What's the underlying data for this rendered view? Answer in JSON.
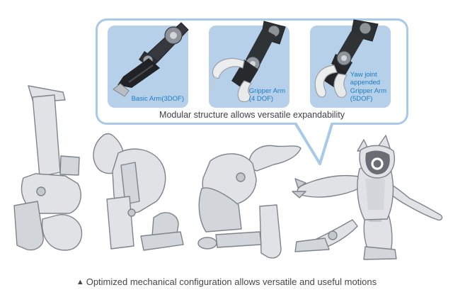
{
  "panel": {
    "caption": "Modular structure allows versatile expandability",
    "insets": [
      {
        "icon": "basic-arm-photo",
        "label": "Basic Arm(3DOF)"
      },
      {
        "icon": "gripper-arm-photo",
        "label": "Gripper Arm\n(4 DOF)"
      },
      {
        "icon": "yaw-gripper-arm-photo",
        "label": "Yaw joint\nappended\nGripper Arm\n(5DOF)"
      }
    ]
  },
  "footer": {
    "marker": "▲",
    "caption": "Optimized mechanical configuration allows versatile and useful motions"
  },
  "figures": [
    "robot-pose-leaning-back",
    "robot-pose-kneeling",
    "robot-pose-bowing",
    "robot-pose-lunge-standing"
  ],
  "colors": {
    "accent_label_blue": "#1b7cc0",
    "panel_border_blue": "#a9c9e9",
    "inset_background_blue": "#b7d0ea",
    "caption_gray": "#3f4246",
    "robot_body_gray": "#e0e2e6"
  }
}
